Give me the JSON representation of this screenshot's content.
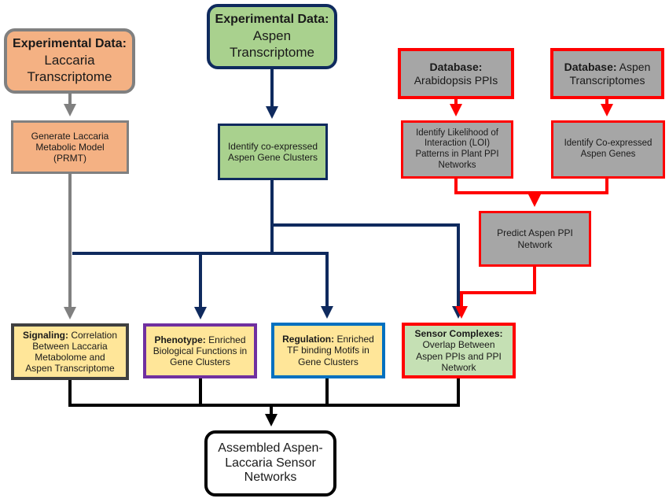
{
  "colors": {
    "orange_fill": "#f4b183",
    "green_fill": "#a9d18e",
    "gray_fill": "#a6a6a6",
    "yellow_fill": "#ffe699",
    "light_green_fill": "#c5e0b4",
    "navy_line": "#0f2a5e",
    "gray_line": "#808080",
    "red_line": "#ff0000",
    "black_line": "#000000",
    "purple_border": "#7030a0",
    "blue_border": "#0070c0"
  },
  "nodes": {
    "laccaria_transcriptome": {
      "heading": "Experimental Data:",
      "line1": "Laccaria",
      "line2": "Transcriptome"
    },
    "aspen_transcriptome": {
      "heading": "Experimental Data:",
      "line1": "Aspen",
      "line2": "Transcriptome"
    },
    "arabidopsis_ppis": {
      "heading": "Database:",
      "line1": "Arabidopsis PPIs"
    },
    "aspen_transcriptomes_db": {
      "heading": "Database:",
      "head_rest": " Aspen",
      "line1": "Transcriptomes"
    },
    "laccaria_model": {
      "line1": "Generate Laccaria",
      "line2": "Metabolic Model",
      "line3": "(PRMT)"
    },
    "coexpressed_clusters": {
      "line1": "Identify co-expressed",
      "line2": "Aspen Gene Clusters"
    },
    "loi_patterns": {
      "line1": "Identify Likelihood of",
      "line2": "Interaction (LOI)",
      "line3": "Patterns in Plant PPI",
      "line4": "Networks"
    },
    "coexpressed_genes": {
      "line1": "Identify Co-expressed",
      "line2": "Aspen Genes"
    },
    "predict_ppi": {
      "line1": "Predict Aspen PPI",
      "line2": "Network"
    },
    "signaling": {
      "heading": "Signaling:",
      "head_rest": " Correlation",
      "line1": "Between Laccaria",
      "line2": "Metabolome and",
      "line3": "Aspen Transcriptome"
    },
    "phenotype": {
      "heading": "Phenotype:",
      "head_rest": " Enriched",
      "line1": "Biological Functions in",
      "line2": "Gene Clusters"
    },
    "regulation": {
      "heading": "Regulation:",
      "head_rest": " Enriched",
      "line1": "TF binding Motifs in",
      "line2": "Gene Clusters"
    },
    "sensor_complexes": {
      "heading": "Sensor Complexes:",
      "line1": "Overlap Between",
      "line2": "Aspen PPIs and PPI",
      "line3": "Network"
    },
    "final_networks": {
      "line1": "Assembled Aspen-",
      "line2": "Laccaria Sensor",
      "line3": "Networks"
    }
  }
}
